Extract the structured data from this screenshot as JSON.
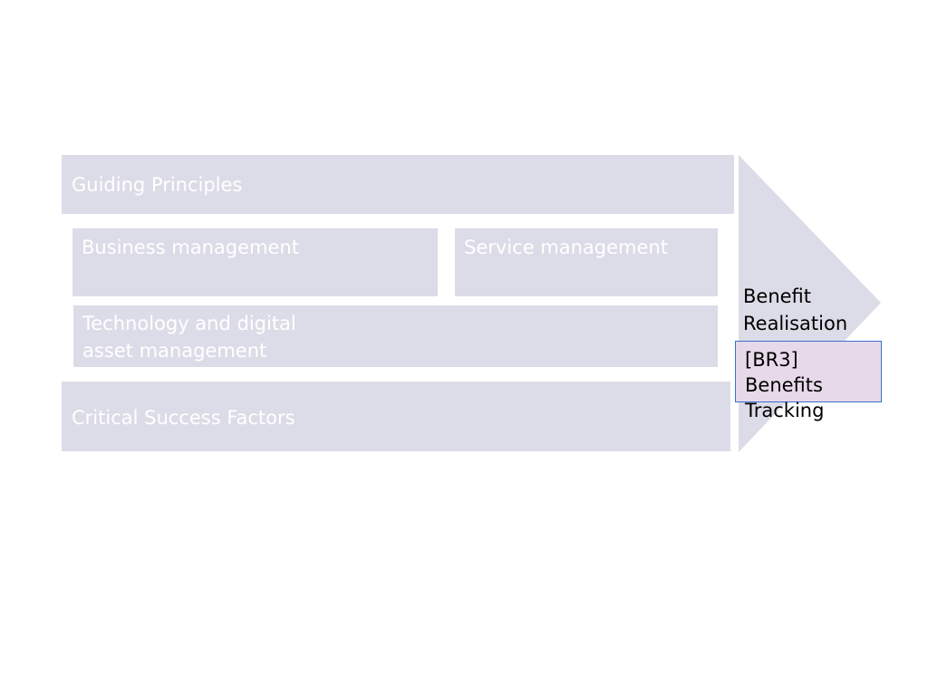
{
  "blocks": {
    "guiding_principles": "Guiding Principles",
    "business_management": "Business management",
    "service_management": "Service management",
    "technology_line_1": "Technology and digital",
    "technology_line_2": "asset management",
    "critical_success_factors": "Critical Success Factors"
  },
  "arrow": {
    "label_line_1": "Benefit",
    "label_line_2": "Realisation"
  },
  "highlight_box": {
    "line_1": "[BR3] Benefits",
    "line_2": "Tracking"
  },
  "colors": {
    "block_fill": "#dcdce8",
    "block_text": "#ffffff",
    "highlight_fill": "#e7d9e9",
    "highlight_border": "#3b6fd0"
  }
}
